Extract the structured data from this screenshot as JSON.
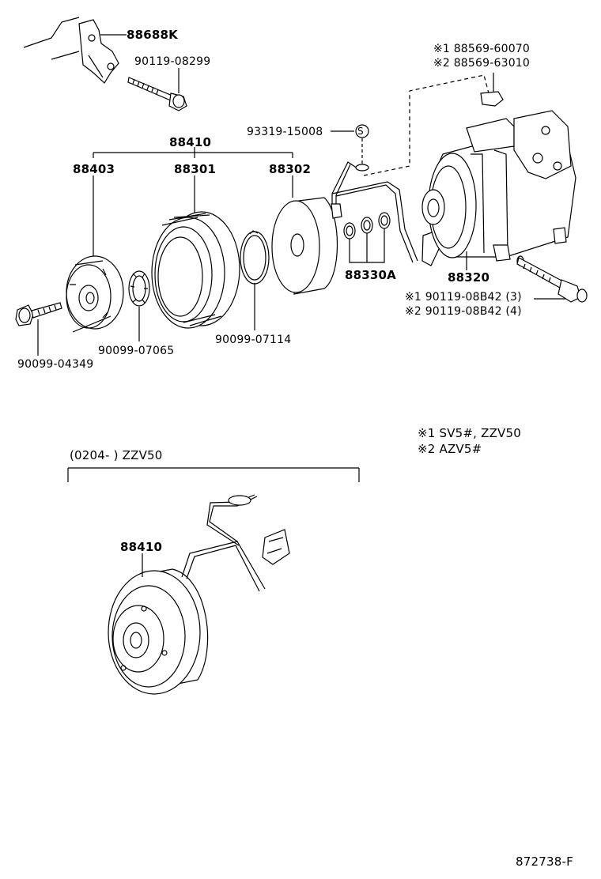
{
  "labels": {
    "p88688K": "88688K",
    "p90119_08299": "90119-08299",
    "p88569_60070": "※1 88569-60070",
    "p88569_63010": "※2 88569-63010",
    "p93319_15008": "93319-15008",
    "p88410_top": "88410",
    "p88403": "88403",
    "p88301": "88301",
    "p88302": "88302",
    "p88330A": "88330A",
    "p88320": "88320",
    "p90119_08B42_1": "※1 90119-08B42 (3)",
    "p90119_08B42_2": "※2 90119-08B42 (4)",
    "p90099_04349": "90099-04349",
    "p90099_07065": "90099-07065",
    "p90099_07114": "90099-07114",
    "note1": "※1  SV5#, ZZV50",
    "note2": "※2  AZV5#",
    "range": "(0204-      ) ZZV50",
    "p88410_bottom": "88410",
    "diagram_id": "872738-F",
    "s_symbol": "S"
  }
}
